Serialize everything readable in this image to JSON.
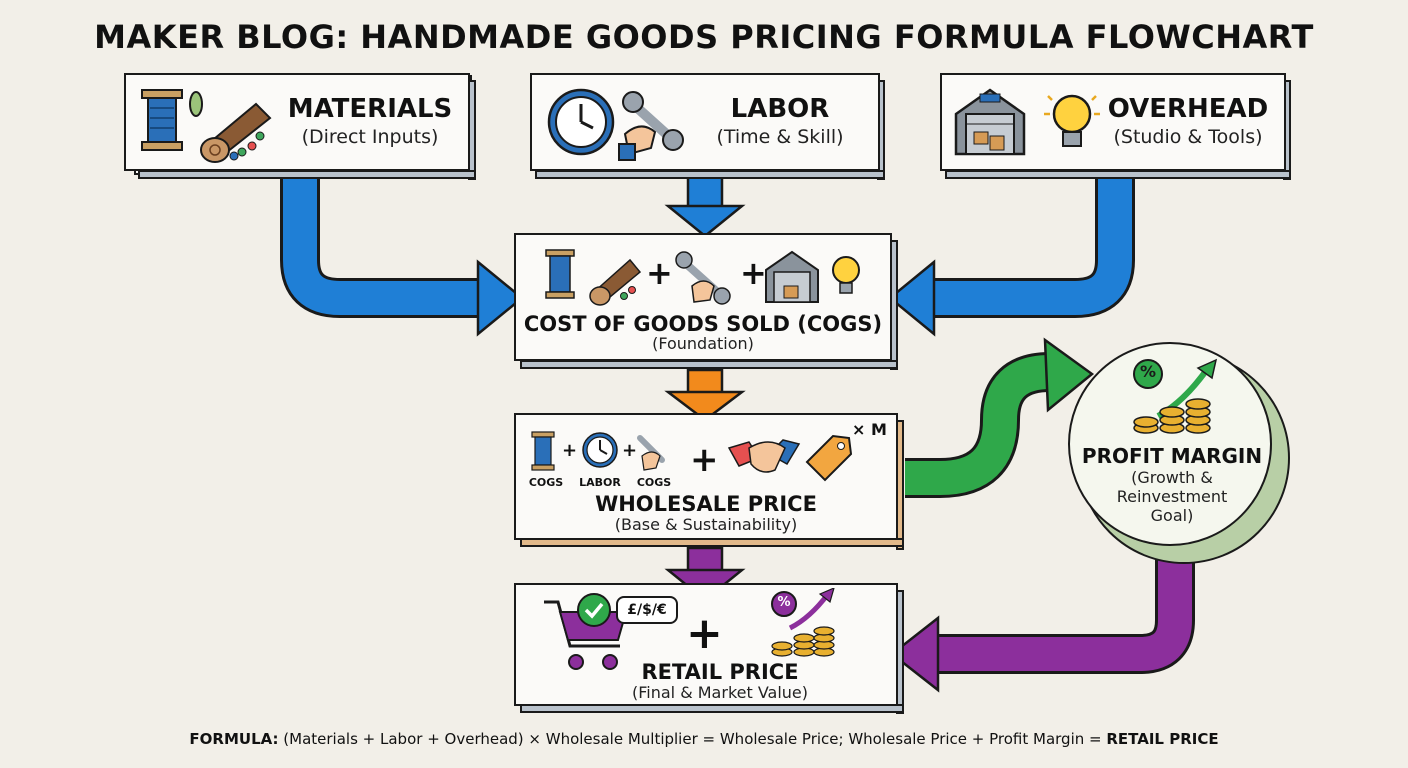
{
  "title": "MAKER BLOG: HANDMADE GOODS PRICING FORMULA FLOWCHART",
  "inputs": [
    {
      "label": "MATERIALS",
      "sub": "(Direct Inputs)"
    },
    {
      "label": "LABOR",
      "sub": "(Time & Skill)"
    },
    {
      "label": "OVERHEAD",
      "sub": "(Studio & Tools)"
    }
  ],
  "cogs": {
    "label": "COST OF GOODS SOLD (COGS)",
    "sub": "(Foundation)",
    "plus": "+"
  },
  "wholesale": {
    "label": "WHOLESALE PRICE",
    "sub": "(Base & Sustainability)",
    "multiplier": "× M",
    "icon_labels": [
      "COGS",
      "LABOR",
      "COGS"
    ],
    "plus": "+"
  },
  "profit": {
    "label": "PROFIT MARGIN",
    "sub": "(Growth & Reinvestment Goal)",
    "percent": "%"
  },
  "retail": {
    "label": "RETAIL PRICE",
    "sub": "(Final & Market Value)",
    "currency": "£/$/€",
    "plus": "+",
    "percent": "%"
  },
  "formula": {
    "prefix": "FORMULA:",
    "text": " (Materials + Labor + Overhead) × Wholesale Multiplier = Wholesale Price; Wholesale Price + Profit Margin = ",
    "result": "RETAIL PRICE"
  },
  "colors": {
    "blue_arrow": "#1f7fd6",
    "orange_arrow": "#f28a1c",
    "green_arrow": "#2fa84a",
    "purple_arrow": "#8c2f9c",
    "box_shadow": "#b9c2cc",
    "wholesale_shadow": "#e2b98a"
  }
}
